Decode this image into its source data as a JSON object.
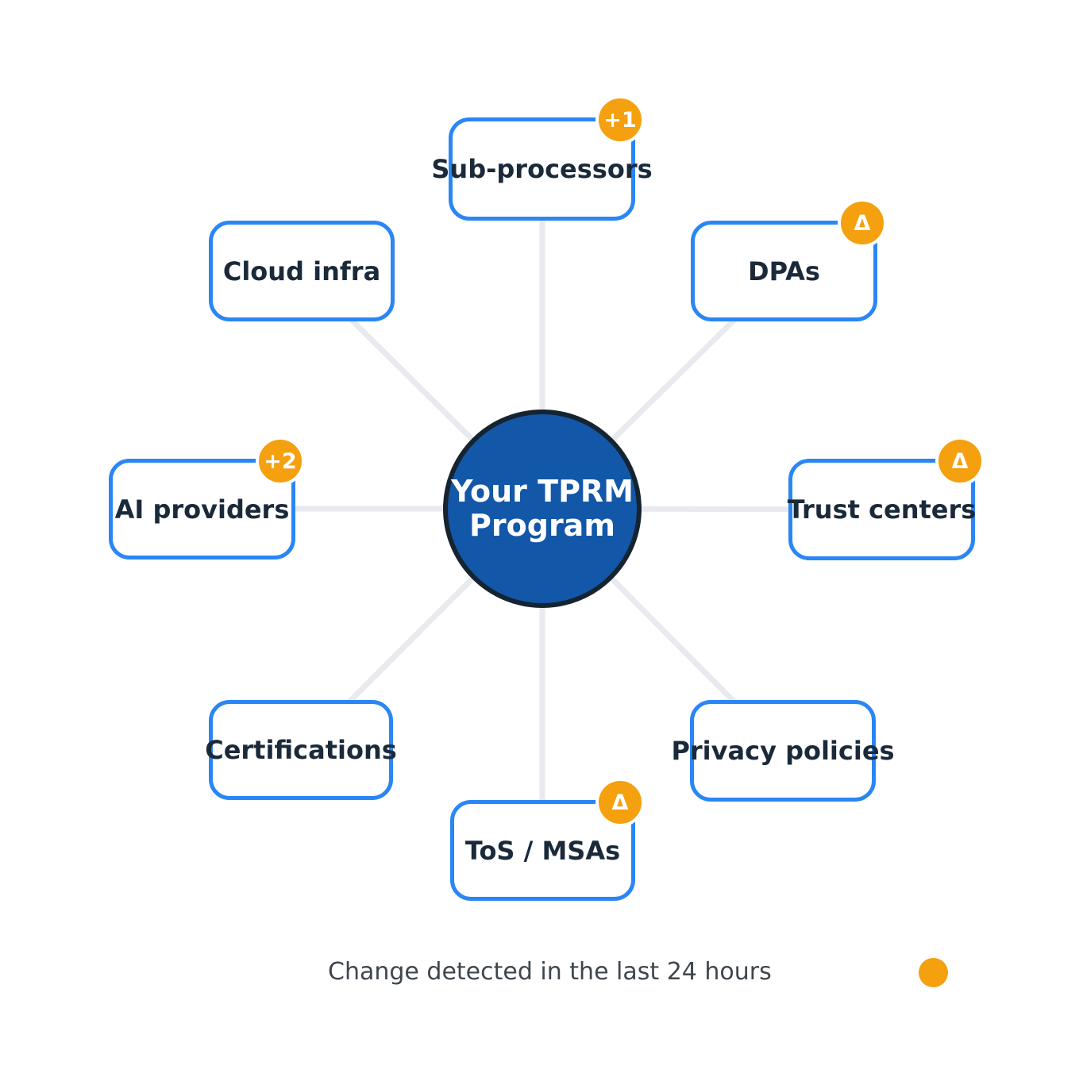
{
  "diagram": {
    "hub": {
      "title": "Your TPRM Program"
    },
    "nodes": [
      {
        "id": "sub-processors",
        "label": "Sub-processors",
        "badge": "+1"
      },
      {
        "id": "dpas",
        "label": "DPAs",
        "badge": "Δ"
      },
      {
        "id": "trust-centers",
        "label": "Trust centers",
        "badge": "Δ"
      },
      {
        "id": "privacy-policies",
        "label": "Privacy policies",
        "badge": ""
      },
      {
        "id": "tos-msas",
        "label": "ToS / MSAs",
        "badge": "Δ"
      },
      {
        "id": "certifications",
        "label": "Certifications",
        "badge": ""
      },
      {
        "id": "ai-providers",
        "label": "AI providers",
        "badge": "+2"
      },
      {
        "id": "cloud-infra",
        "label": "Cloud infra",
        "badge": ""
      }
    ],
    "legend": {
      "label": "Change detected in the last 24 hours"
    },
    "colors": {
      "node_border_blue": "#2b86f5",
      "hub_fill_blue": "#1257a8",
      "hub_border_navy": "#152430",
      "badge_orange": "#f5a00f",
      "spoke_gray": "#e8eaf0",
      "label_text": "#1b2a3a",
      "legend_text": "#3f464d"
    }
  }
}
